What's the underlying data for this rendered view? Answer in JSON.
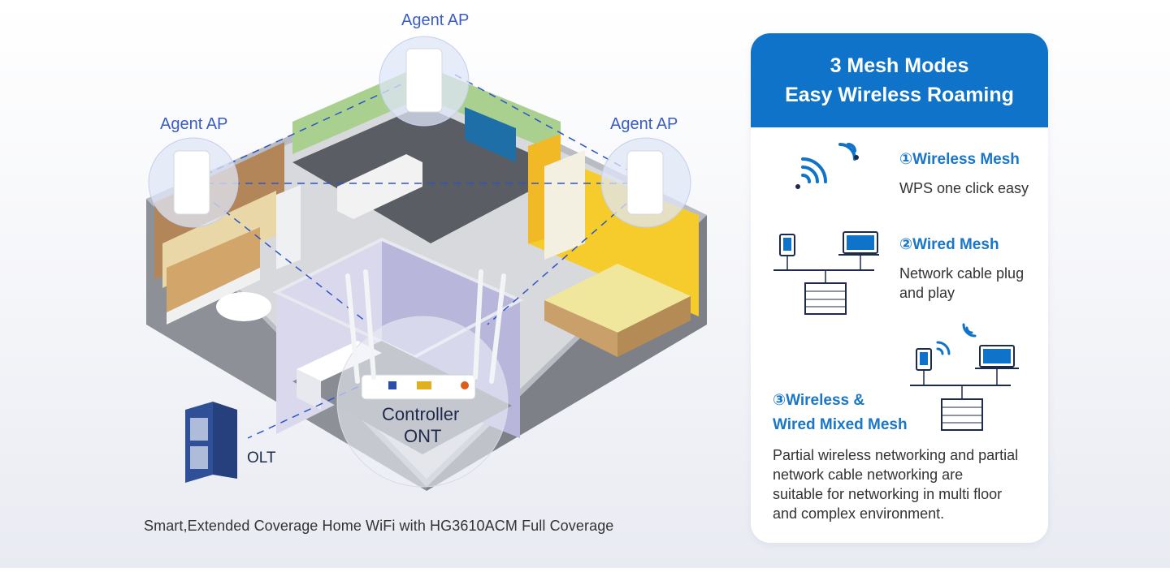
{
  "illustration": {
    "labels": {
      "agent_ap_top": "Agent AP",
      "agent_ap_left": "Agent AP",
      "agent_ap_right": "Agent AP",
      "controller_line1": "Controller",
      "controller_line2": "ONT",
      "olt": "OLT"
    },
    "caption": "Smart,Extended Coverage Home WiFi with HG3610ACM Full Coverage"
  },
  "card": {
    "title_line1": "3 Mesh Modes",
    "title_line2": "Easy Wireless Roaming",
    "modes": [
      {
        "title": "①Wireless Mesh",
        "desc": "WPS one click easy",
        "icon": "wireless-signal-icon"
      },
      {
        "title": "②Wired Mesh",
        "desc_line1": "Network cable plug",
        "desc_line2": "and play",
        "icon": "wired-network-icon"
      },
      {
        "title_line1": "③Wireless &",
        "title_line2": "Wired Mixed Mesh",
        "desc_lines": [
          "Partial wireless networking and partial",
          "network cable networking are",
          "suitable for networking in multi floor",
          "and complex environment."
        ],
        "icon": "mixed-network-icon"
      }
    ]
  },
  "colors": {
    "accent": "#0f74c9",
    "title_blue": "#1976c8",
    "label_blue": "#3a5cc6"
  }
}
